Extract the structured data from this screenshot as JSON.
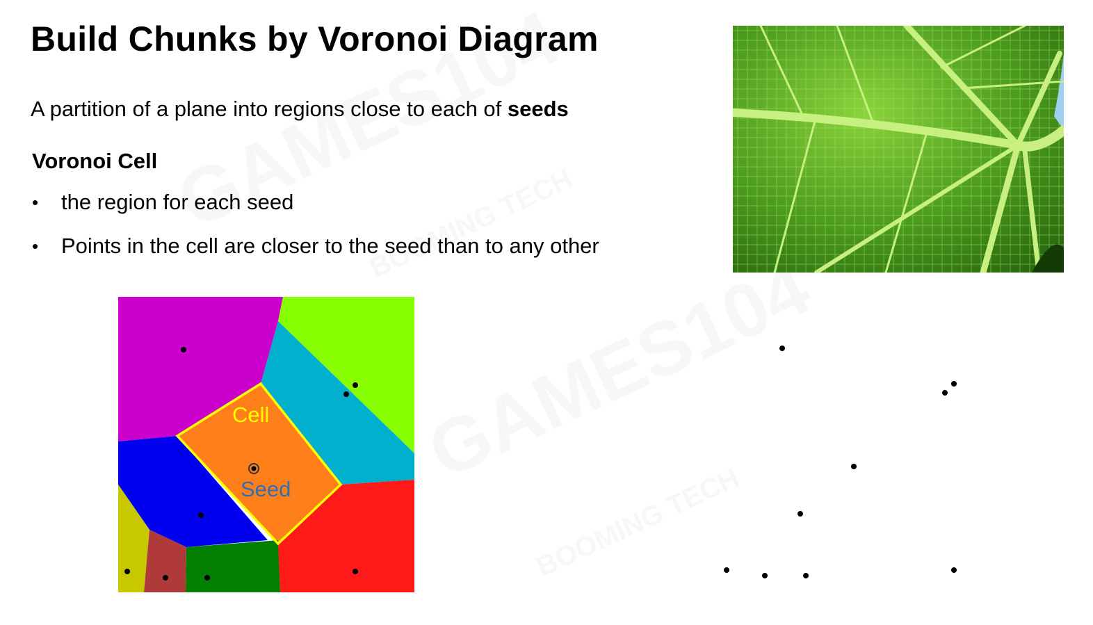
{
  "slide": {
    "title": "Build Chunks by Voronoi Diagram",
    "intro_text": "A partition of a plane into regions close to each of ",
    "intro_bold": "seeds",
    "subheading": "Voronoi Cell",
    "bullets": [
      "the region for each seed",
      "Points in the cell are closer to the seed than to any other"
    ],
    "bullet_glyph": "•"
  },
  "voronoi_diagram": {
    "cell_label": "Cell",
    "seed_label": "Seed",
    "colors": {
      "magenta": "#cc00cc",
      "lime": "#88ff00",
      "cyan": "#00b0cc",
      "orange": "#ff7f1a",
      "blue": "#0000ee",
      "olive": "#c8c800",
      "brown": "#b03a3a",
      "green": "#007f00",
      "red": "#ff1a1a",
      "highlight": "#ffff00",
      "seed_label": "#3070b0"
    }
  },
  "leaf_photo": {
    "icon": "leaf-photo",
    "colors": {
      "dark": "#2f7a12",
      "light": "#b8e860"
    }
  },
  "watermark": {
    "text": "GAMES104",
    "text2": "BOOMING TECH"
  }
}
